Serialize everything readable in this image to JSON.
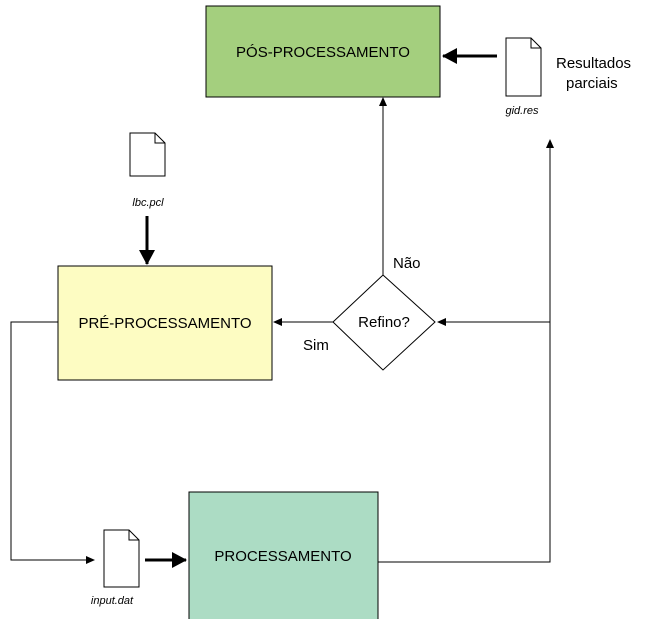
{
  "nodes": {
    "pos": {
      "label": "PÓS-PROCESSAMENTO",
      "fill": "#a4cf7e"
    },
    "pre": {
      "label": "PRÉ-PROCESSAMENTO",
      "fill": "#fdfcc2"
    },
    "proc": {
      "label": "PROCESSAMENTO",
      "fill": "#acdcc4"
    },
    "decision": {
      "label": "Refino?"
    }
  },
  "files": {
    "lbc": "lbc.pcl",
    "gid": "gid.res",
    "input": "input.dat"
  },
  "edge_labels": {
    "yes": "Sim",
    "no": "Não"
  },
  "notes": {
    "partial_line1": "Resultados",
    "partial_line2": "parciais"
  },
  "icons": {
    "file": "document-icon"
  }
}
